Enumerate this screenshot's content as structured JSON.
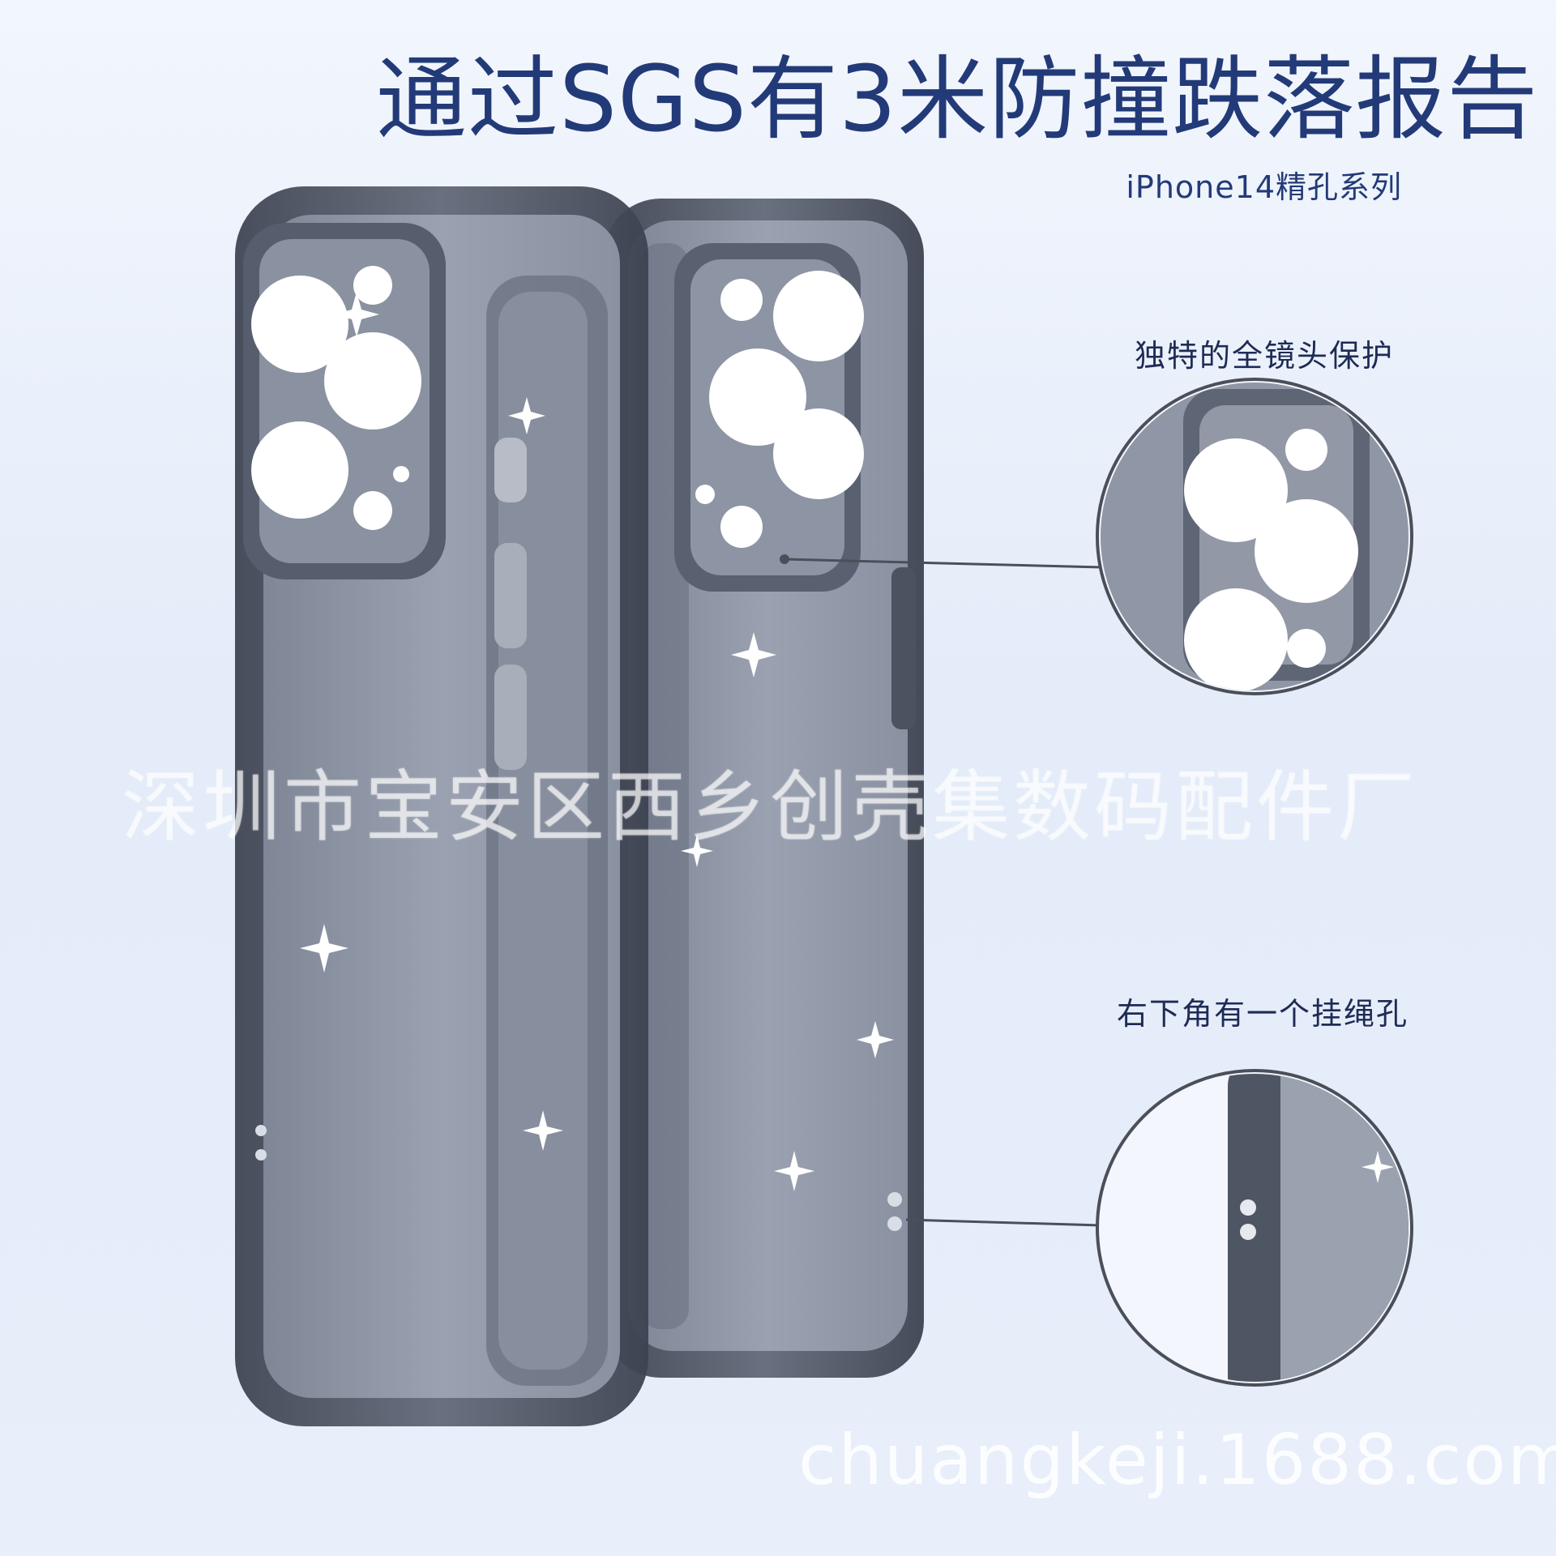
{
  "headline": "通过SGS有3米防撞跌落报告",
  "series_label": "iPhone14精孔系列",
  "callouts": {
    "lens_protection": "独特的全镜头保护",
    "lanyard_hole": "右下角有一个挂绳孔"
  },
  "watermarks": {
    "company": "深圳市宝安区西乡创壳集数码配件厂",
    "url": "chuangkeji.1688.com"
  },
  "colors": {
    "background": "#e8eefa",
    "headline": "#233a78",
    "case_tint": "#505868",
    "callout_line": "#4a4f5a"
  }
}
